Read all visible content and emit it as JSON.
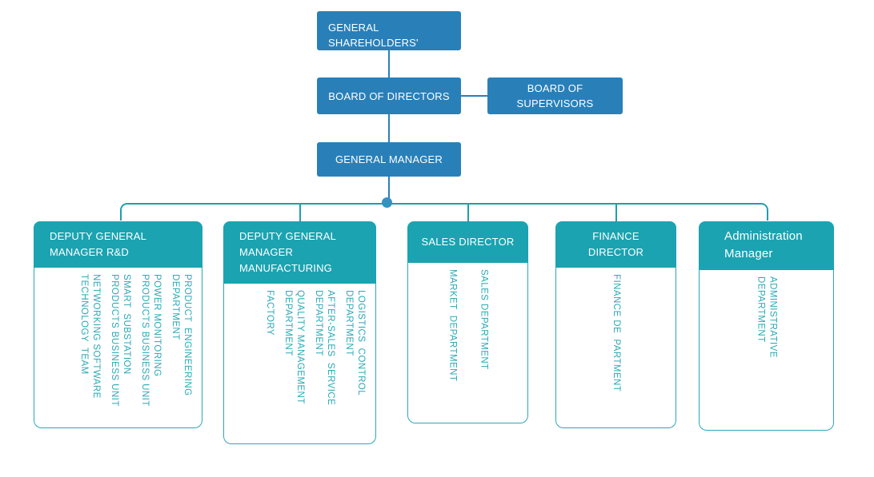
{
  "colors": {
    "blue": "#2980b9",
    "teal_header": "#1ba3b1",
    "teal_text": "#2aa9b6",
    "teal_line": "#1f9fae",
    "white": "#ffffff"
  },
  "top_nodes": [
    {
      "id": "shareholders",
      "label": "GENERAL SHAREHOLDERS' MEETING"
    },
    {
      "id": "board-of-directors",
      "label": "BOARD OF DIRECTORS"
    },
    {
      "id": "board-of-supervisors",
      "label": "BOARD OF SUPERVISORS"
    },
    {
      "id": "general-manager",
      "label": "GENERAL MANAGER"
    }
  ],
  "departments": [
    {
      "id": "deputy-general-manager-rd",
      "title": "DEPUTY GENERAL MANAGER R&D",
      "items": [
        "NETWORKING SOFTWARE\nTECHNOLOGY  TEAM",
        "SMART  SUBSTATION\nPRODUCTS BUSINESS UNIT",
        "POWER MONITORING\nPRODUCTS BUSINESS UNIT",
        "PRODUCT  ENGINEERING\nDEPARTMENT"
      ]
    },
    {
      "id": "deputy-general-manager-manufacturing",
      "title": "DEPUTY GENERAL MANAGER MANUFACTURING",
      "items": [
        "FACTORY",
        "QUALITY MANAGEMENT\nDEPARTMENT",
        "AFTER-SALES  SERVICE\nDEPARTMENT",
        "LOGISTICS  CONTROL\nDEPARTMENT"
      ]
    },
    {
      "id": "sales-director",
      "title": "SALES DIRECTOR",
      "items": [
        "MARKET  DEPARTMENT",
        "SALES DEPARTMENT"
      ]
    },
    {
      "id": "finance-director",
      "title": "FINANCE DIRECTOR",
      "items": [
        "FINANCE DE  PARTMENT"
      ]
    },
    {
      "id": "administration-manager",
      "title": "Administration Manager",
      "items": [
        "ADMINISTRATIVE\nDEPARTMENT"
      ]
    }
  ]
}
